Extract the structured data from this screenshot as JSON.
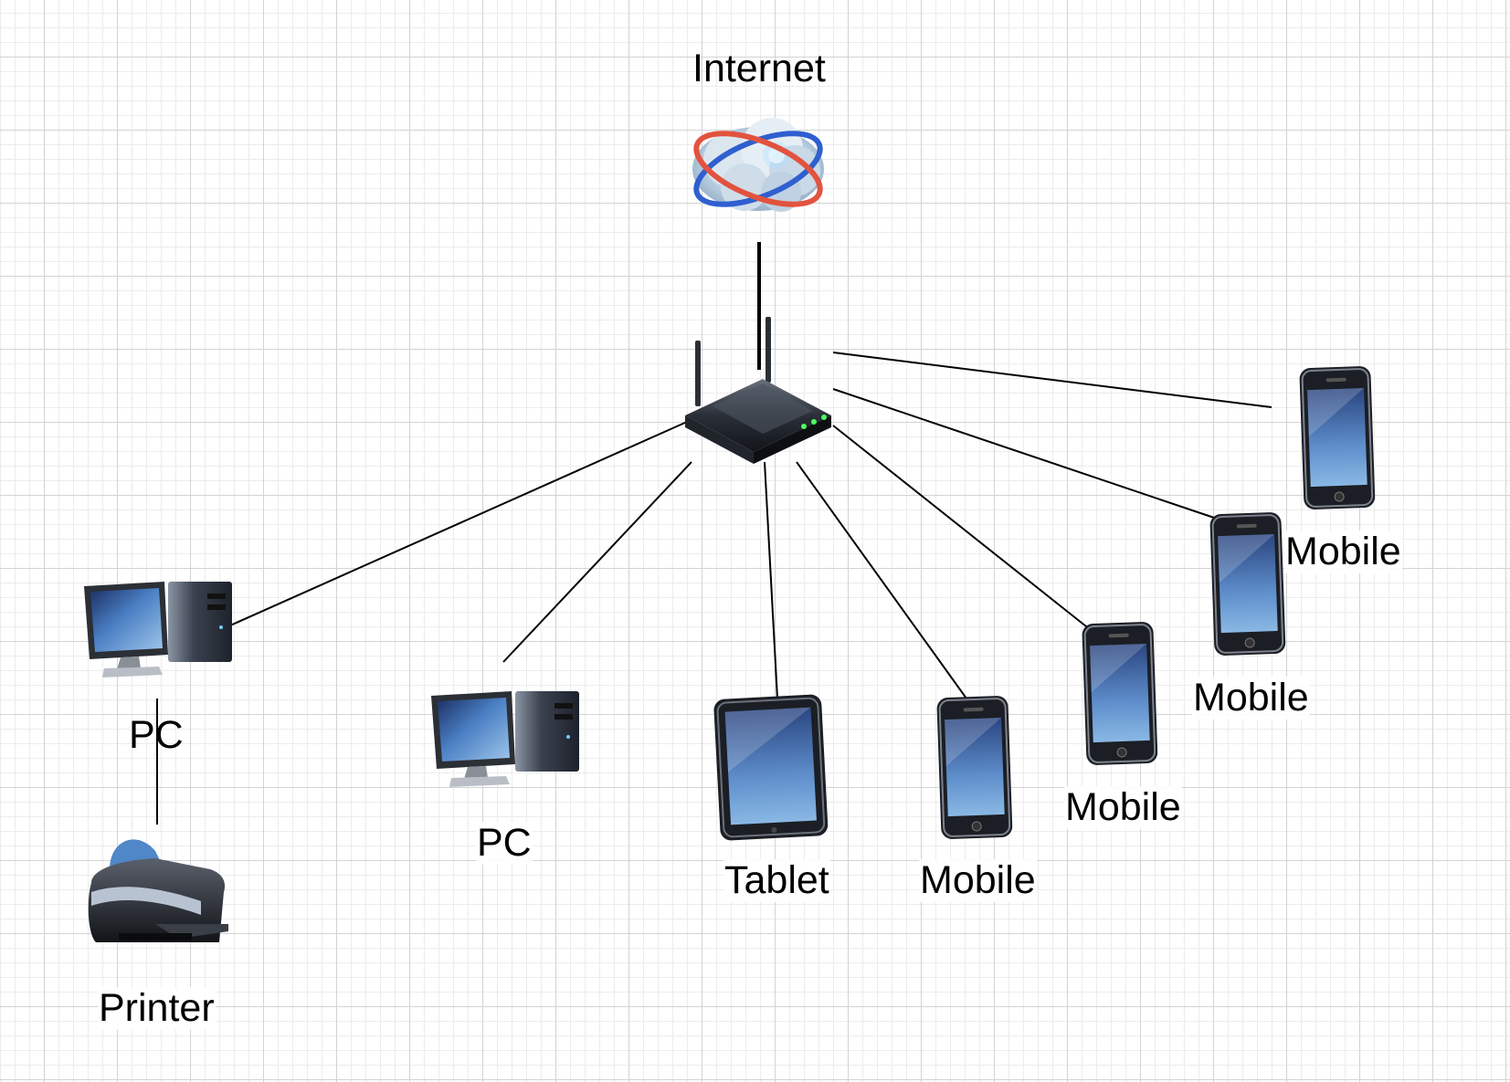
{
  "labels": {
    "internet": "Internet",
    "pc1": "PC",
    "pc2": "PC",
    "printer": "Printer",
    "tablet": "Tablet",
    "mobile1": "Mobile",
    "mobile2": "Mobile",
    "mobile3": "Mobile",
    "mobile4": "Mobile"
  },
  "icons": {
    "internet": "cloud-globe-icon",
    "router": "wireless-router-icon",
    "pc": "desktop-computer-icon",
    "printer": "printer-icon",
    "tablet": "tablet-icon",
    "mobile": "smartphone-icon"
  },
  "colors": {
    "line": "#000000",
    "screen": "#3a6fb0",
    "device_body": "#1e2330"
  }
}
